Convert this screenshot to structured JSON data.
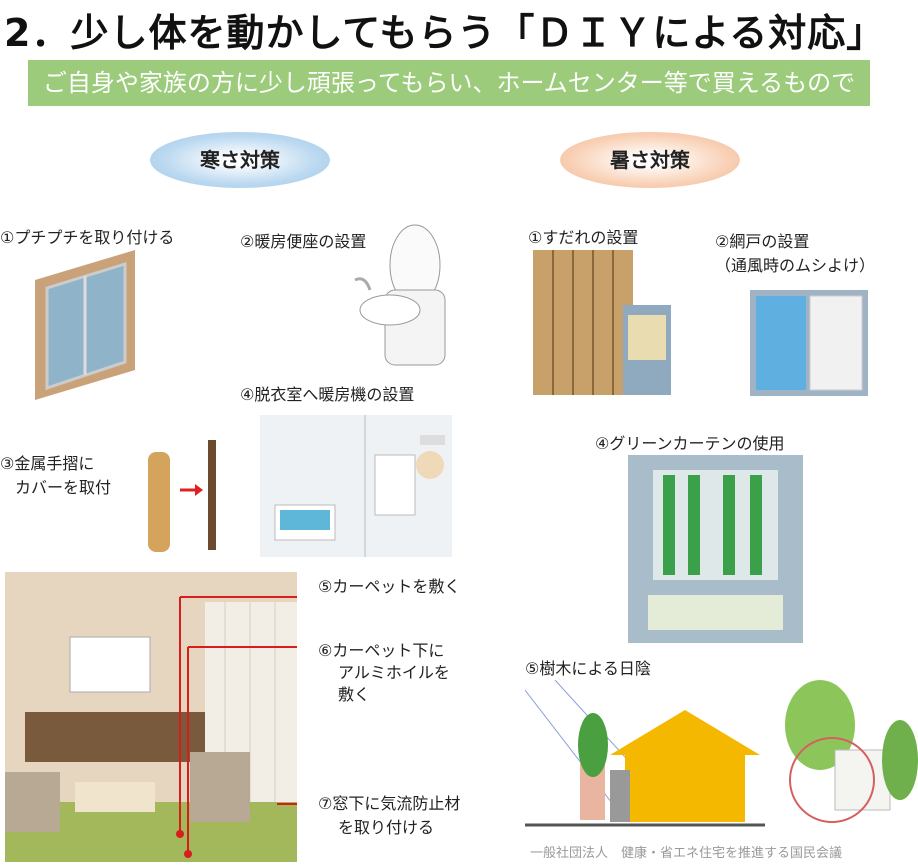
{
  "title": "2．少し体を動かしてもらう「ＤＩＹによる対応」",
  "banner": "ご自身や家族の方に少し頑張ってもらい、ホームセンター等で買えるもので",
  "cold": {
    "heading": "寒さ対策",
    "items": [
      {
        "l1": "①プチプチを取り付ける"
      },
      {
        "l1": "②暖房便座の設置"
      },
      {
        "l1": "③金属手摺に",
        "l2": "カバーを取付"
      },
      {
        "l1": "④脱衣室へ暖房機の設置"
      },
      {
        "l1": "⑤カーペットを敷く"
      },
      {
        "l1": "⑥カーペット下に",
        "l2": "アルミホイルを",
        "l3": "敷く"
      },
      {
        "l1": "⑦窓下に気流防止材",
        "l2": "を取り付ける"
      }
    ]
  },
  "hot": {
    "heading": "暑さ対策",
    "items": [
      {
        "l1": "①すだれの設置"
      },
      {
        "l1": "②網戸の設置",
        "l2": "（通風時のムシよけ）"
      },
      {
        "l1": "④グリーンカーテンの使用"
      },
      {
        "l1": "⑤樹木による日陰"
      }
    ]
  },
  "credit": "一般社団法人　健康・省エネ住宅を推進する国民会議"
}
